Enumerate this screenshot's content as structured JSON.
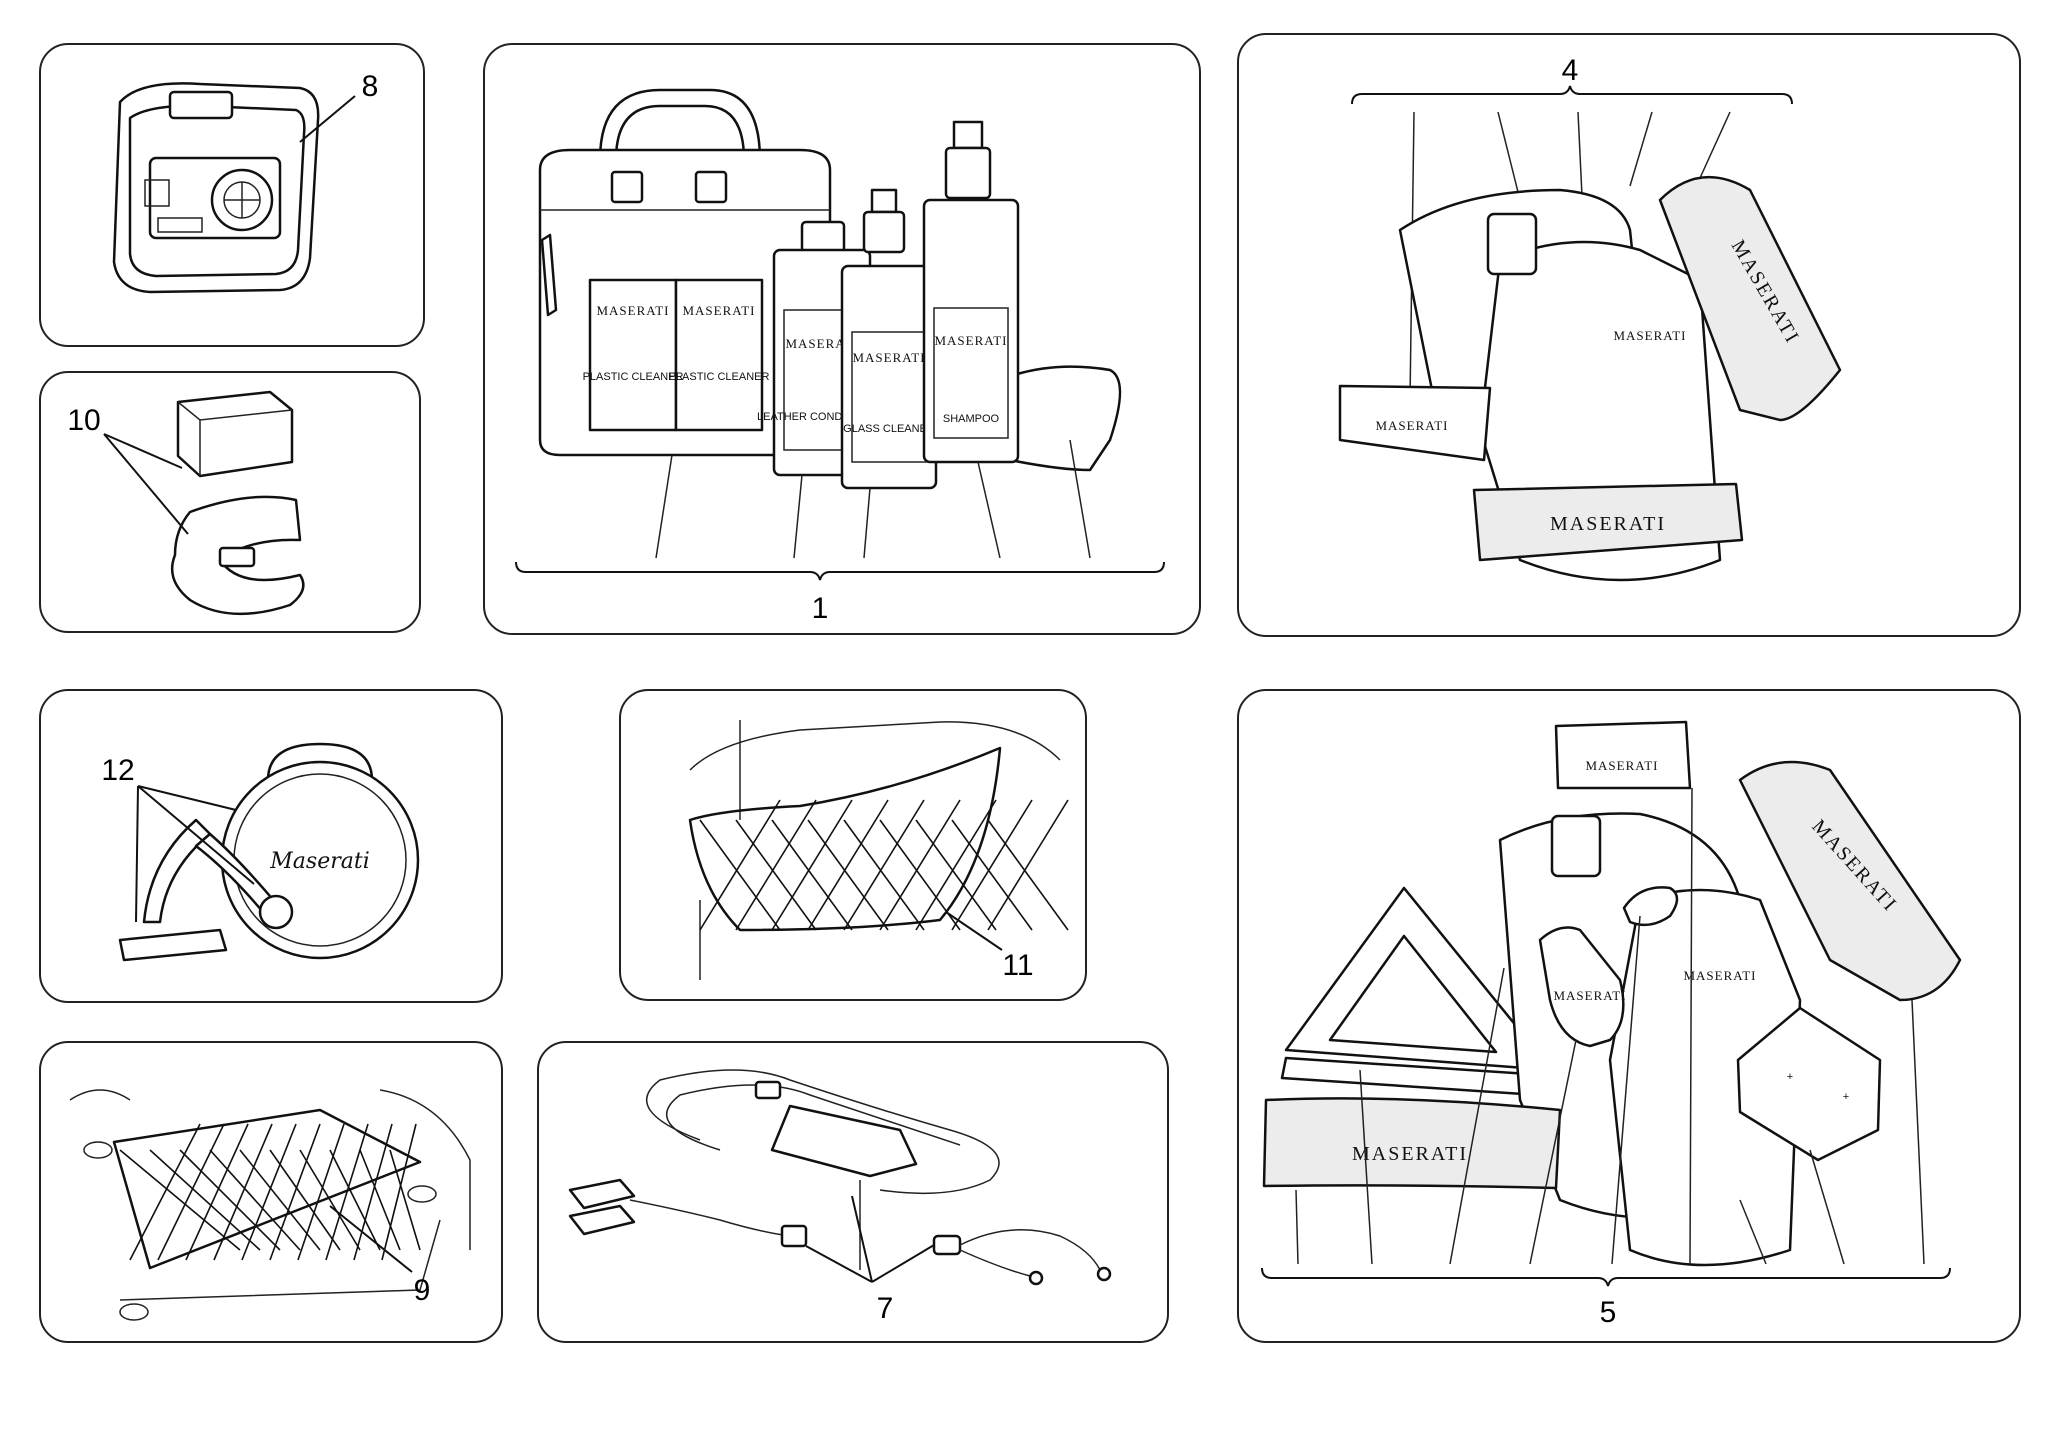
{
  "callouts": {
    "c1": "1",
    "c4": "4",
    "c5": "5",
    "c7": "7",
    "c8": "8",
    "c9": "9",
    "c10": "10",
    "c11": "11",
    "c12": "12"
  },
  "product_labels": {
    "brand": "MASERATI",
    "brand_script": "Maserati",
    "plastic_cleaner": "PLASTIC CLEANER",
    "leather_conditioner": "LEATHER CONDITIONER",
    "glass_cleaner": "GLASS CLEANER",
    "shampoo": "SHAMPOO"
  }
}
